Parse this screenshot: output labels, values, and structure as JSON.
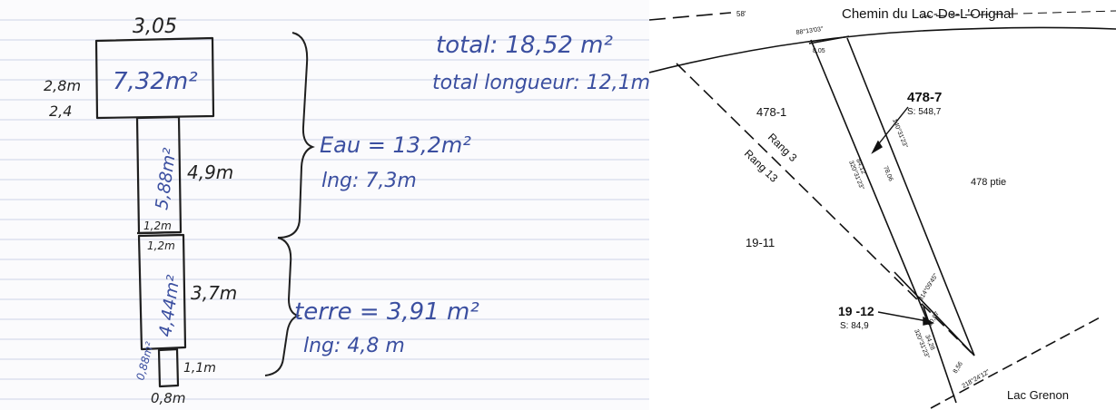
{
  "sketch": {
    "top_width": "3,05",
    "height_scribble": "2,8m",
    "height_value": "2,4",
    "area_top": "7,32m²",
    "area_mid": "5,88m²",
    "length_mid": "4,9m",
    "joint_width": "1,2m",
    "width_lower": "1,2m",
    "area_lower": "4,44m²",
    "length_lower": "3,7m",
    "area_bottom": "0,88m²",
    "length_bottom": "1,1m",
    "width_bottom": "0,8m",
    "total_area": "total: 18,52 m²",
    "total_length": "total longueur: 12,1m",
    "water_area": "Eau = 13,2m²",
    "water_length": "lng: 7,3m",
    "land_area": "terre = 3,91 m²",
    "land_length": "lng: 4,8 m",
    "colors": {
      "ink_black": "#222222",
      "ink_blue": "#3b4fa0",
      "rule_line": "#cdd3e6"
    }
  },
  "survey": {
    "road_name": "Chemin du Lac-De-L'Orignal",
    "road_code": "58'",
    "lot_478_1": "478-1",
    "lot_478_7": "478-7",
    "lot_478_7_area": "S: 548,7",
    "lot_478_pte": "478 ptie",
    "lot_19_11": "19-11",
    "lot_19_12": "19 -12",
    "lot_19_12_area": "S: 84,9",
    "rang_3": "Rang 3",
    "rang_13": "Rang 13",
    "lake_name": "Lac Grenon",
    "dim_top_bearing": "88°13'03\"",
    "dim_top_length": "8,05",
    "dim_left_bearing": "320°31'23\"",
    "dim_left_length": "84,12",
    "dim_right_bearing": "140°31'23\"",
    "dim_right_length": "78,06",
    "dim_lower_bearing": "314°09'45\"",
    "dim_lower_length": "10,87",
    "dim_small_left_length": "34,28",
    "dim_small_left_bearing": "320°31'23\"",
    "dim_bottom_length": "8,56",
    "dim_bottom_bearing": "218°24'12\""
  }
}
